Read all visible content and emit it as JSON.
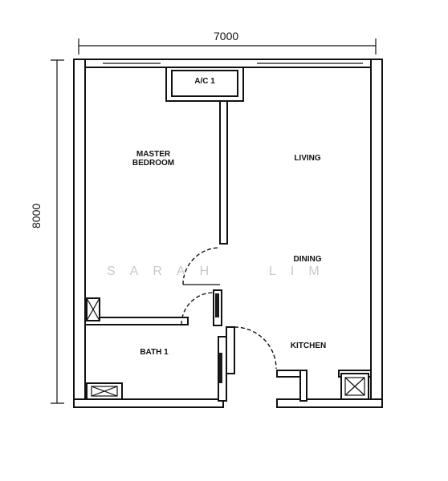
{
  "dimensions": {
    "width": "7000",
    "height": "8000"
  },
  "rooms": {
    "ac": "A/C 1",
    "master_bedroom": "MASTER\nBEDROOM",
    "living": "LIVING",
    "dining": "DINING",
    "bath": "BATH 1",
    "kitchen": "KITCHEN"
  },
  "watermark": {
    "left": "SARAH",
    "right": "LIM"
  }
}
